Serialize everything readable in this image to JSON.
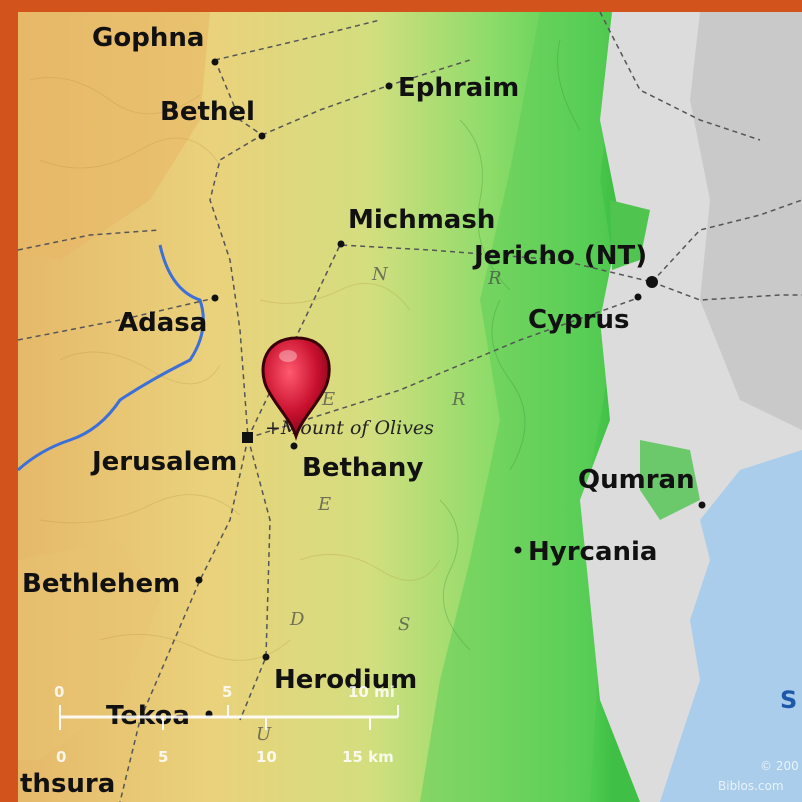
{
  "colors": {
    "frame": "#d2531c",
    "highland": "#e8c878",
    "midland": "#c9d77a",
    "slope": "#6fd45f",
    "valley": "#e2e2e2",
    "sea": "#a9cdea",
    "river": "#3c6fd8",
    "road": "#555555",
    "marker": "#c8102e"
  },
  "places": {
    "gophna": "Gophna",
    "bethel": "Bethel",
    "ephraim": "Ephraim",
    "michmash": "Michmash",
    "jericho": "Jericho (NT)",
    "adasa": "Adasa",
    "cyprus": "Cyprus",
    "mount_of_olives": "+Mount of Olives",
    "jerusalem": "Jerusalem",
    "bethany": "Bethany",
    "qumran": "Qumran",
    "hyrcania": "Hyrcania",
    "bethlehem": "Bethlehem",
    "herodium": "Herodium",
    "tekoa": "Tekoa",
    "bethsura": "thsura"
  },
  "region": {
    "wilderness_letters": [
      "N",
      "R",
      "E",
      "R",
      "E",
      "S",
      "D",
      "U"
    ]
  },
  "scale": {
    "mi_ticks": [
      "0",
      "5",
      "10 mi"
    ],
    "km_ticks": [
      "0",
      "5",
      "10",
      "15 km"
    ]
  },
  "sea_label": "S",
  "credit": {
    "line1": "© 200",
    "line2": "Biblos.com"
  },
  "marker": {
    "icon": "map-pin-icon"
  }
}
